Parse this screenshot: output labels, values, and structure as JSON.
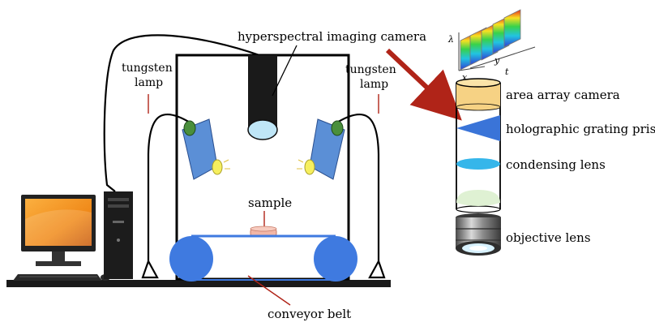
{
  "labels": {
    "camera": "hyperspectral imaging camera",
    "lamp_left_1": "tungsten",
    "lamp_left_2": "lamp",
    "lamp_right_1": "tungsten",
    "lamp_right_2": "lamp",
    "sample": "sample",
    "conveyor": "conveyor belt",
    "area_array": "area array camera",
    "grating": "holographic grating prism",
    "condensing": "condensing lens",
    "objective": "objective lens"
  },
  "cube_axes": {
    "lambda": "λ",
    "x": "x",
    "y": "y",
    "t": "t"
  },
  "colors": {
    "lamp_panel": "#5b8fd6",
    "roller": "#3f7ae0",
    "sample": "#f2b6a6",
    "lens_blue": "#bfe6f7",
    "area_array": "#f6d284",
    "grating": "#3a74d8",
    "condensing": "#35b6ea",
    "objective_lens": "#dff1d3",
    "arrow": "#b02418",
    "monitor_screen": "#f08a1a"
  }
}
